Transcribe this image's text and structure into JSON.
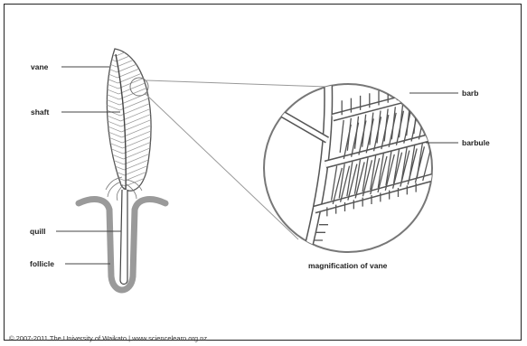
{
  "labels": {
    "vane": "vane",
    "shaft": "shaft",
    "quill": "quill",
    "follicle": "follicle",
    "barb": "barb",
    "barbule": "barbule",
    "magnification": "magnification of vane"
  },
  "footer": {
    "copyright": "© 2007-2011 The University of Waikato | www.sciencelearn.org.nz"
  }
}
